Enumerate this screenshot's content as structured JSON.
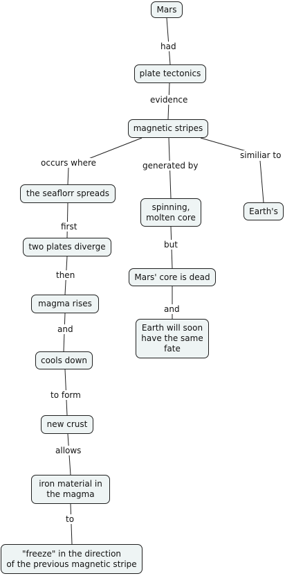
{
  "concept_map": {
    "nodes": {
      "mars": "Mars",
      "plate": "plate tectonics",
      "stripes": "magnetic stripes",
      "seafloor": "the seaflorr spreads",
      "spinning": "spinning,\nmolten core",
      "earths": "Earth's",
      "diverge": "two plates diverge",
      "coredead": "Mars' core is dead",
      "magma": "magma rises",
      "earthfate": "Earth will soon\nhave the same\nfate",
      "cools": "cools down",
      "crust": "new crust",
      "iron": "iron material in\nthe magma",
      "freeze": "\"freeze\" in the direction\nof the previous magnetic stripe"
    },
    "links": {
      "had": "had",
      "evidence": "evidence",
      "occurs": "occurs where",
      "generated": "generated by",
      "similar": "similiar to",
      "first": "first",
      "but": "but",
      "then": "then",
      "and1": "and",
      "and2": "and",
      "toform": "to form",
      "allows": "allows",
      "to": "to"
    }
  }
}
